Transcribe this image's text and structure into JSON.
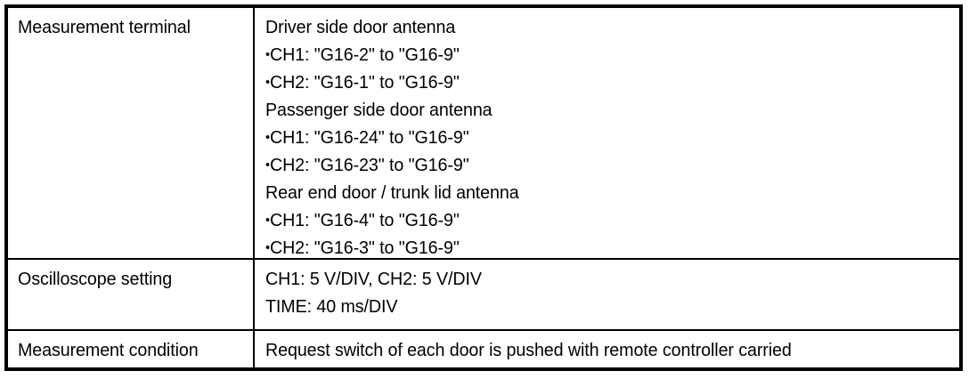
{
  "table": {
    "rows": [
      {
        "label": "Measurement terminal",
        "lines": [
          {
            "text": "Driver side door antenna",
            "bullet": false
          },
          {
            "text": "CH1: \"G16-2\" to \"G16-9\"",
            "bullet": true
          },
          {
            "text": "CH2: \"G16-1\" to \"G16-9\"",
            "bullet": true
          },
          {
            "text": "Passenger side door antenna",
            "bullet": false
          },
          {
            "text": "CH1: \"G16-24\" to \"G16-9\"",
            "bullet": true
          },
          {
            "text": "CH2: \"G16-23\" to \"G16-9\"",
            "bullet": true
          },
          {
            "text": "Rear end door / trunk lid antenna",
            "bullet": false
          },
          {
            "text": "CH1: \"G16-4\" to \"G16-9\"",
            "bullet": true
          },
          {
            "text": "CH2: \"G16-3\" to \"G16-9\"",
            "bullet": true
          }
        ]
      },
      {
        "label": "Oscilloscope setting",
        "lines": [
          {
            "text": "CH1: 5 V/DIV, CH2: 5 V/DIV",
            "bullet": false
          },
          {
            "text": "TIME: 40 ms/DIV",
            "bullet": false
          }
        ]
      },
      {
        "label": "Measurement condition",
        "lines": [
          {
            "text": "Request switch of each door is pushed with remote controller carried",
            "bullet": false
          }
        ]
      }
    ]
  },
  "colors": {
    "border": "#000000",
    "text": "#000000",
    "background": "#ffffff"
  }
}
